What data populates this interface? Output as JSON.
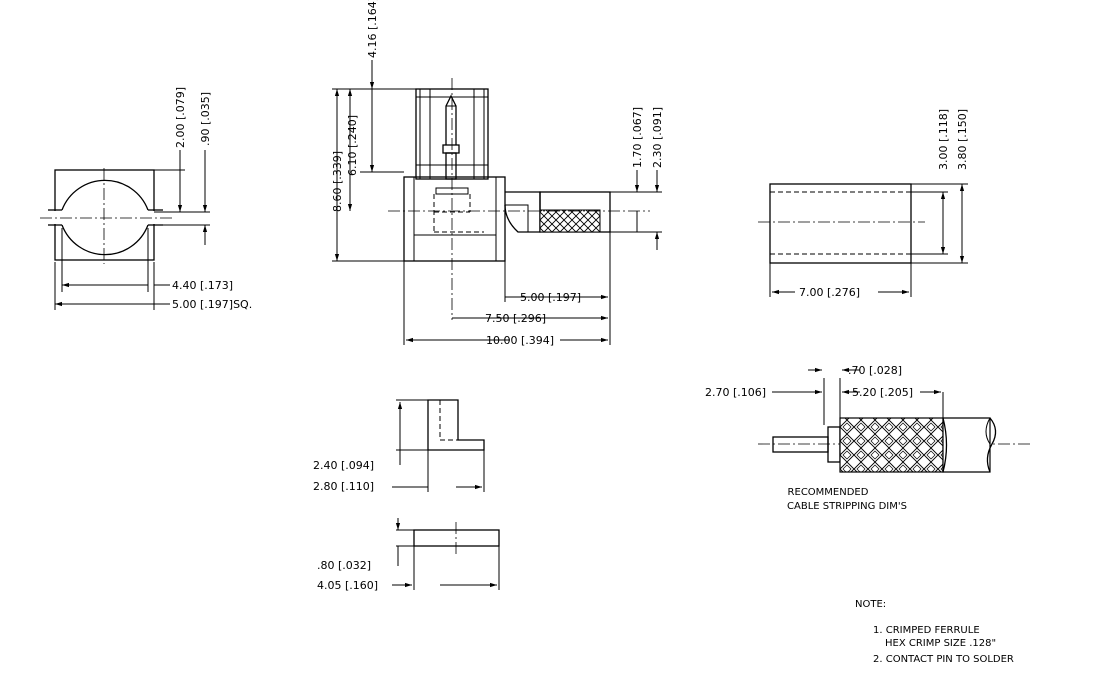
{
  "view1": {
    "dim_200": "2.00 [.079]",
    "dim_090": ".90 [.035]",
    "dim_440": "4.40 [.173]",
    "dim_500sq": "5.00 [.197]SQ."
  },
  "view2": {
    "dim_416": "4.16 [.164]",
    "dim_860": "8.60 [.339]",
    "dim_610": "6.10 [.240]",
    "dim_170": "1.70 [.067]",
    "dim_230": "2.30 [.091]",
    "dim_500": "5.00 [.197]",
    "dim_750": "7.50 [.296]",
    "dim_1000": "10.00 [.394]"
  },
  "view3": {
    "dim_300": "3.00 [.118]",
    "dim_380": "3.80 [.150]",
    "dim_700": "7.00 [.276]"
  },
  "view4": {
    "dim_070": ".70 [.028]",
    "dim_270": "2.70 [.106]",
    "dim_520": "5.20 [.205]",
    "caption_line1": "RECOMMENDED",
    "caption_line2": "CABLE STRIPPING DIM'S"
  },
  "view5": {
    "dim_240": "2.40 [.094]",
    "dim_280": "2.80 [.110]"
  },
  "view6": {
    "dim_080": ".80 [.032]",
    "dim_405": "4.05 [.160]"
  },
  "notes": {
    "heading": "NOTE:",
    "item1_line1": "1. CRIMPED FERRULE",
    "item1_line2": "HEX CRIMP SIZE .128\"",
    "item2": "2. CONTACT PIN TO SOLDER"
  }
}
